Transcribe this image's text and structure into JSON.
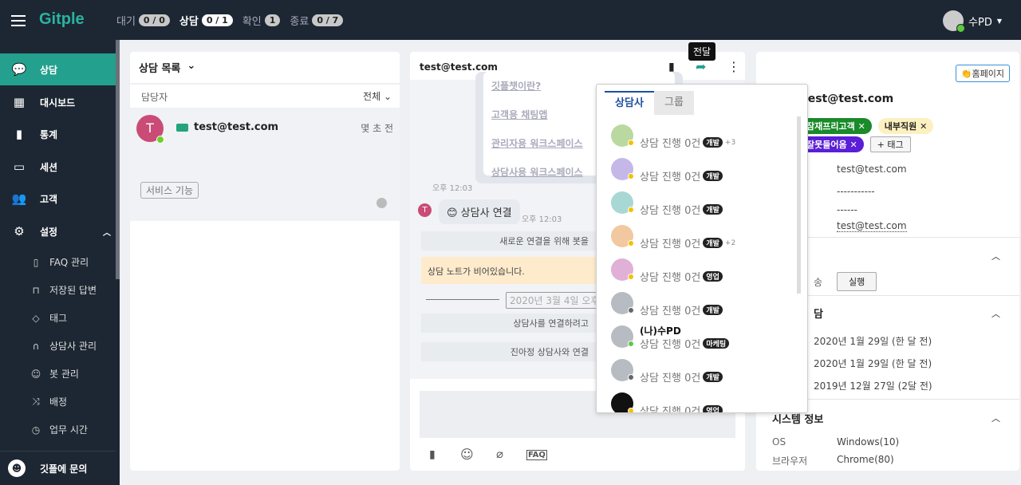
{
  "app": {
    "logo": "Gitple"
  },
  "stats": [
    {
      "label": "대기",
      "value": "0 / 0",
      "active": false
    },
    {
      "label": "상담",
      "value": "0 / 1",
      "active": true
    },
    {
      "label": "확인",
      "value": "1",
      "active": false
    },
    {
      "label": "종료",
      "value": "0 / 7",
      "active": false
    }
  ],
  "user": {
    "name": "수PD",
    "status_color": "#5fc93e"
  },
  "sidebar": {
    "items": [
      {
        "label": "상담",
        "icon": "chat-icon"
      },
      {
        "label": "대시보드",
        "icon": "dashboard-icon"
      },
      {
        "label": "통계",
        "icon": "bar-chart-icon"
      },
      {
        "label": "세션",
        "icon": "folder-icon"
      },
      {
        "label": "고객",
        "icon": "people-icon"
      },
      {
        "label": "설정",
        "icon": "gear-icon"
      }
    ],
    "sub_items": [
      {
        "label": "FAQ 관리"
      },
      {
        "label": "저장된 답변"
      },
      {
        "label": "태그"
      },
      {
        "label": "상담사 관리"
      },
      {
        "label": "봇 관리"
      },
      {
        "label": "배정"
      },
      {
        "label": "업무 시간"
      }
    ],
    "help": "깃플에 문의"
  },
  "list": {
    "title": "상담 목록",
    "filter_label": "담당자",
    "filter_value": "전체",
    "item": {
      "avatar": "T",
      "name": "test@test.com",
      "time": "몇 초 전",
      "tag": "서비스 기능"
    }
  },
  "chat": {
    "title": "test@test.com",
    "tooltip": "전달",
    "links": [
      "깃플챗이란?",
      "고객용 채팅앱",
      "관리자용 워크스페이스",
      "상담사용 워크스페이스"
    ],
    "time1": "오후 12:03",
    "bubble": "😊 상담사 연결",
    "time2": "오후 12:03",
    "sys1": "새로운 연결을 위해 봇을",
    "note": "상담 노트가 비어있습니다.",
    "date": "2020년 3월 4일 오후",
    "sys2": "상담사를 연결하려고",
    "sys3": "진아정 상담사와 연결"
  },
  "popup": {
    "tabs": [
      "상담사",
      "그룹"
    ],
    "active_tab": 0,
    "agents": [
      {
        "name": "",
        "status": "상담 진행 0건",
        "badge": "개발",
        "more": "+3",
        "dot": "#f5c000"
      },
      {
        "name": "",
        "status": "상담 진행 0건",
        "badge": "개발",
        "more": "",
        "dot": "#f5c000"
      },
      {
        "name": "",
        "status": "상담 진행 0건",
        "badge": "개발",
        "more": "",
        "dot": "#f5c000"
      },
      {
        "name": "",
        "status": "상담 진행 0건",
        "badge": "개발",
        "more": "+2",
        "dot": "#f5c000"
      },
      {
        "name": "",
        "status": "상담 진행 0건",
        "badge": "영업",
        "more": "",
        "dot": "#f5c000"
      },
      {
        "name": "",
        "status": "상담 진행 0건",
        "badge": "개발",
        "more": "",
        "dot": "#666"
      },
      {
        "name": "(나)수PD",
        "status": "상담 진행 0건",
        "badge": "마케팅",
        "more": "",
        "dot": "#5fc93e"
      },
      {
        "name": "",
        "status": "상담 진행 0건",
        "badge": "개발",
        "more": "",
        "dot": "#666"
      },
      {
        "name": "",
        "status": "상담 진행 0건",
        "badge": "영업",
        "more": "",
        "dot": "#f5c000"
      }
    ]
  },
  "customer": {
    "homepage": "홈페이지",
    "title": "test@test.com",
    "tags": [
      {
        "label": "잠재프리고객",
        "bg": "#1a8a2a",
        "fg": "#fff"
      },
      {
        "label": "내부직원",
        "bg": "#fdf0c0",
        "fg": "#222"
      },
      {
        "label": "잘못들어옴",
        "bg": "#5a1fd6",
        "fg": "#fff"
      }
    ],
    "add_tag": "+ 태그",
    "fields": [
      "test@test.com",
      "-----------",
      "------",
      "test@test.com"
    ],
    "sec1_label_frag": "송",
    "run": "실행",
    "sec2_frag": "담",
    "dates": [
      "2020년 1월 29일 (한 달 전)",
      "2020년 1월 29일 (한 달 전)",
      "2019년 12월 27일 (2달 전)"
    ],
    "system": {
      "title": "시스템 정보",
      "rows": [
        {
          "k": "OS",
          "v": "Windows(10)"
        },
        {
          "k": "브라우저",
          "v": "Chrome(80)"
        }
      ]
    }
  }
}
